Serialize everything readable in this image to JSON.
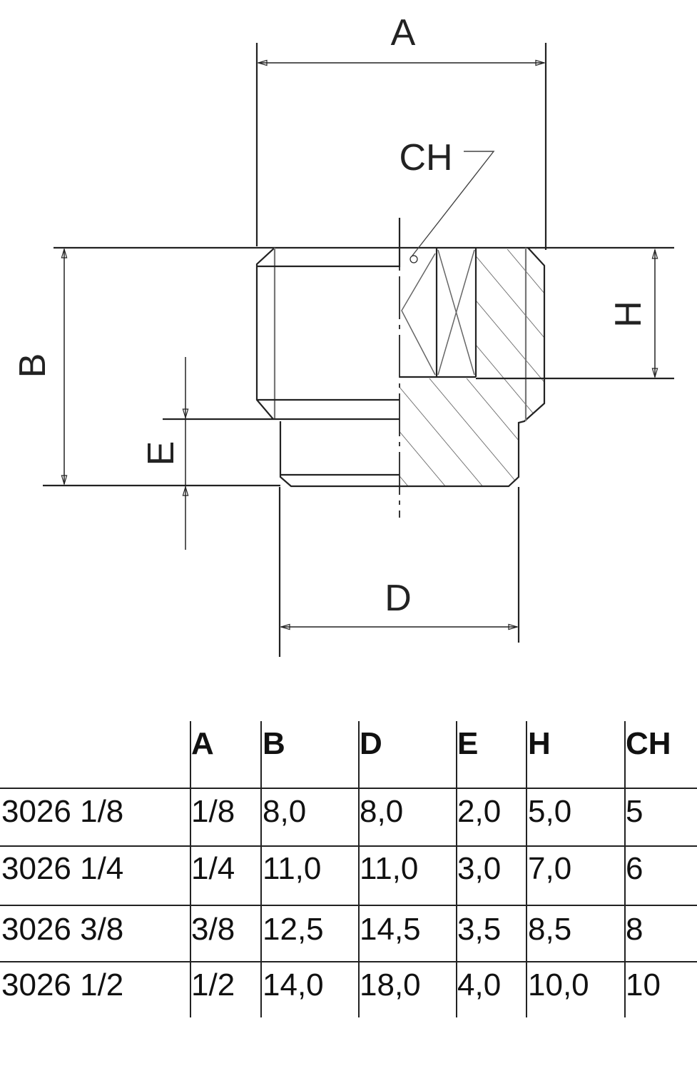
{
  "drawing": {
    "labels": {
      "A": "A",
      "B": "B",
      "CH": "CH",
      "D": "D",
      "E": "E",
      "H": "H"
    }
  },
  "table": {
    "headers": [
      "",
      "A",
      "B",
      "D",
      "E",
      "H",
      "CH"
    ],
    "rows": [
      [
        "3026 1/8",
        "1/8",
        "8,0",
        "8,0",
        "2,0",
        "5,0",
        "5"
      ],
      [
        "3026 1/4",
        "1/4",
        "11,0",
        "11,0",
        "3,0",
        "7,0",
        "6"
      ],
      [
        "3026 3/8",
        "3/8",
        "12,5",
        "14,5",
        "3,5",
        "8,5",
        "8"
      ],
      [
        "3026 1/2",
        "1/2",
        "14,0",
        "18,0",
        "4,0",
        "10,0",
        "10"
      ]
    ]
  }
}
